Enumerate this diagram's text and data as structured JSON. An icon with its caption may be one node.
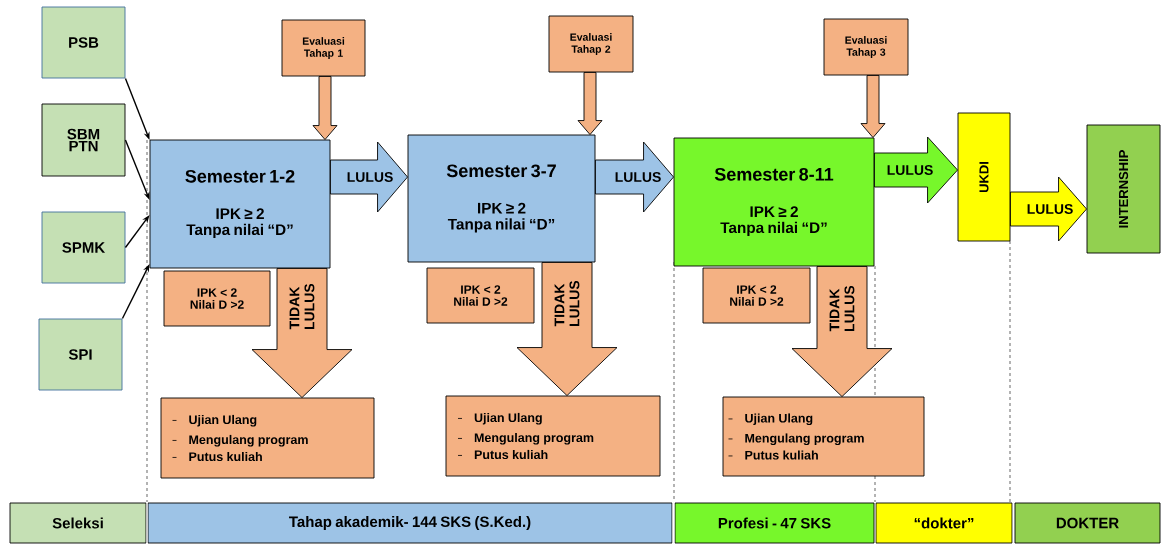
{
  "diagram": {
    "nodes": [
      {
        "text": [
          "PSB"
        ]
      },
      {
        "text": [
          "SBM PTN"
        ]
      },
      {
        "text": [
          "SPMK"
        ]
      },
      {
        "text": [
          "SPI"
        ]
      },
      {
        "text": [
          "Semester 1-2",
          "IPK ≥ 2",
          "Tanpa nilai “D”"
        ]
      },
      {
        "text": [
          "Evaluasi Tahap 1"
        ]
      },
      {
        "text": [
          "IPK < 2 Nilai D >2"
        ]
      },
      {
        "text": [
          "Ujian Ulang",
          "Mengulang program",
          "Putus kuliah"
        ]
      },
      {
        "text": [
          "Semester 3-7",
          "IPK ≥ 2",
          "Tanpa nilai “D”"
        ]
      },
      {
        "text": [
          "Evaluasi Tahap 2"
        ]
      },
      {
        "text": [
          "IPK < 2 Nilai D >2"
        ]
      },
      {
        "text": [
          "Ujian Ulang",
          "Mengulang program",
          "Putus kuliah"
        ]
      },
      {
        "text": [
          "Semester 8-11",
          "IPK ≥ 2",
          "Tanpa nilai “D”"
        ]
      },
      {
        "text": [
          "Evaluasi Tahap 3"
        ]
      },
      {
        "text": [
          "IPK < 2 Nilai D >2"
        ]
      },
      {
        "text": [
          "Ujian Ulang",
          "Mengulang program",
          "Putus kuliah"
        ]
      },
      {
        "text": [
          "UKDI"
        ]
      },
      {
        "text": [
          "INTERNSHIP"
        ]
      },
      {
        "text": [
          "Seleksi"
        ]
      },
      {
        "text": [
          "Tahap akademik- 144 SKS (S.Ked.)"
        ]
      },
      {
        "text": [
          "Profesi - 47 SKS"
        ]
      },
      {
        "text": [
          "“dokter”"
        ]
      },
      {
        "text": [
          "DOKTER"
        ]
      }
    ],
    "edges": [
      {
        "from": 0,
        "to": 4,
        "arrow": "to"
      },
      {
        "from": 1,
        "to": 4,
        "arrow": "to"
      },
      {
        "from": 2,
        "to": 4,
        "arrow": "to"
      },
      {
        "from": 3,
        "to": 4,
        "arrow": "to"
      },
      {
        "from": 5,
        "to": 4,
        "arrow": "to",
        "style": "thick",
        "color": "#f4b183"
      },
      {
        "from": 4,
        "to": 8,
        "arrow": "to",
        "label": "LULUS",
        "style": "thick",
        "color": "#9dc3e6"
      },
      {
        "from": 4,
        "to": 7,
        "arrow": "to",
        "label": "TIDAK LULUS",
        "style": "thick",
        "color": "#f4b183"
      },
      {
        "from": 9,
        "to": 8,
        "arrow": "to",
        "style": "thick",
        "color": "#f4b183"
      },
      {
        "from": 8,
        "to": 12,
        "arrow": "to",
        "label": "LULUS",
        "style": "thick",
        "color": "#9dc3e6"
      },
      {
        "from": 8,
        "to": 11,
        "arrow": "to",
        "label": "TIDAK LULUS",
        "style": "thick",
        "color": "#f4b183"
      },
      {
        "from": 13,
        "to": 12,
        "arrow": "to",
        "style": "thick",
        "color": "#f4b183"
      },
      {
        "from": 12,
        "to": 16,
        "arrow": "to",
        "label": "LULUS",
        "style": "thick",
        "color": "#77f72b"
      },
      {
        "from": 12,
        "to": 15,
        "arrow": "to",
        "label": "TIDAK LULUS",
        "style": "thick",
        "color": "#f4b183"
      },
      {
        "from": 16,
        "to": 17,
        "arrow": "to",
        "label": "LULUS",
        "style": "thick",
        "color": "#ffff00"
      }
    ]
  }
}
